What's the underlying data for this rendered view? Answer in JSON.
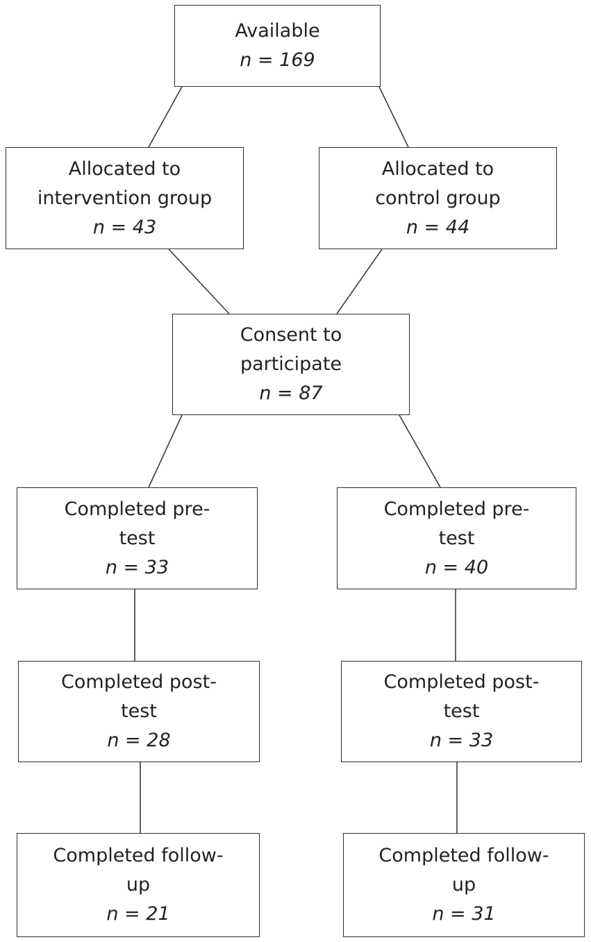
{
  "boxes": {
    "available": {
      "lines": [
        "Available"
      ],
      "n": "n = 169"
    },
    "intervention": {
      "lines": [
        "Allocated to",
        "intervention group"
      ],
      "n": "n = 43"
    },
    "control": {
      "lines": [
        "Allocated to",
        "control group"
      ],
      "n": "n = 44"
    },
    "consent": {
      "lines": [
        "Consent to",
        "participate"
      ],
      "n": "n = 87"
    },
    "pre_left": {
      "lines": [
        "Completed pre-",
        "test"
      ],
      "n": "n = 33"
    },
    "pre_right": {
      "lines": [
        "Completed pre-",
        "test"
      ],
      "n": "n = 40"
    },
    "post_left": {
      "lines": [
        "Completed post-",
        "test"
      ],
      "n": "n = 28"
    },
    "post_right": {
      "lines": [
        "Completed post-",
        "test"
      ],
      "n": "n = 33"
    },
    "follow_left": {
      "lines": [
        "Completed follow-",
        "up"
      ],
      "n": "n = 21"
    },
    "follow_right": {
      "lines": [
        "Completed follow-",
        "up"
      ],
      "n": "n = 31"
    }
  }
}
